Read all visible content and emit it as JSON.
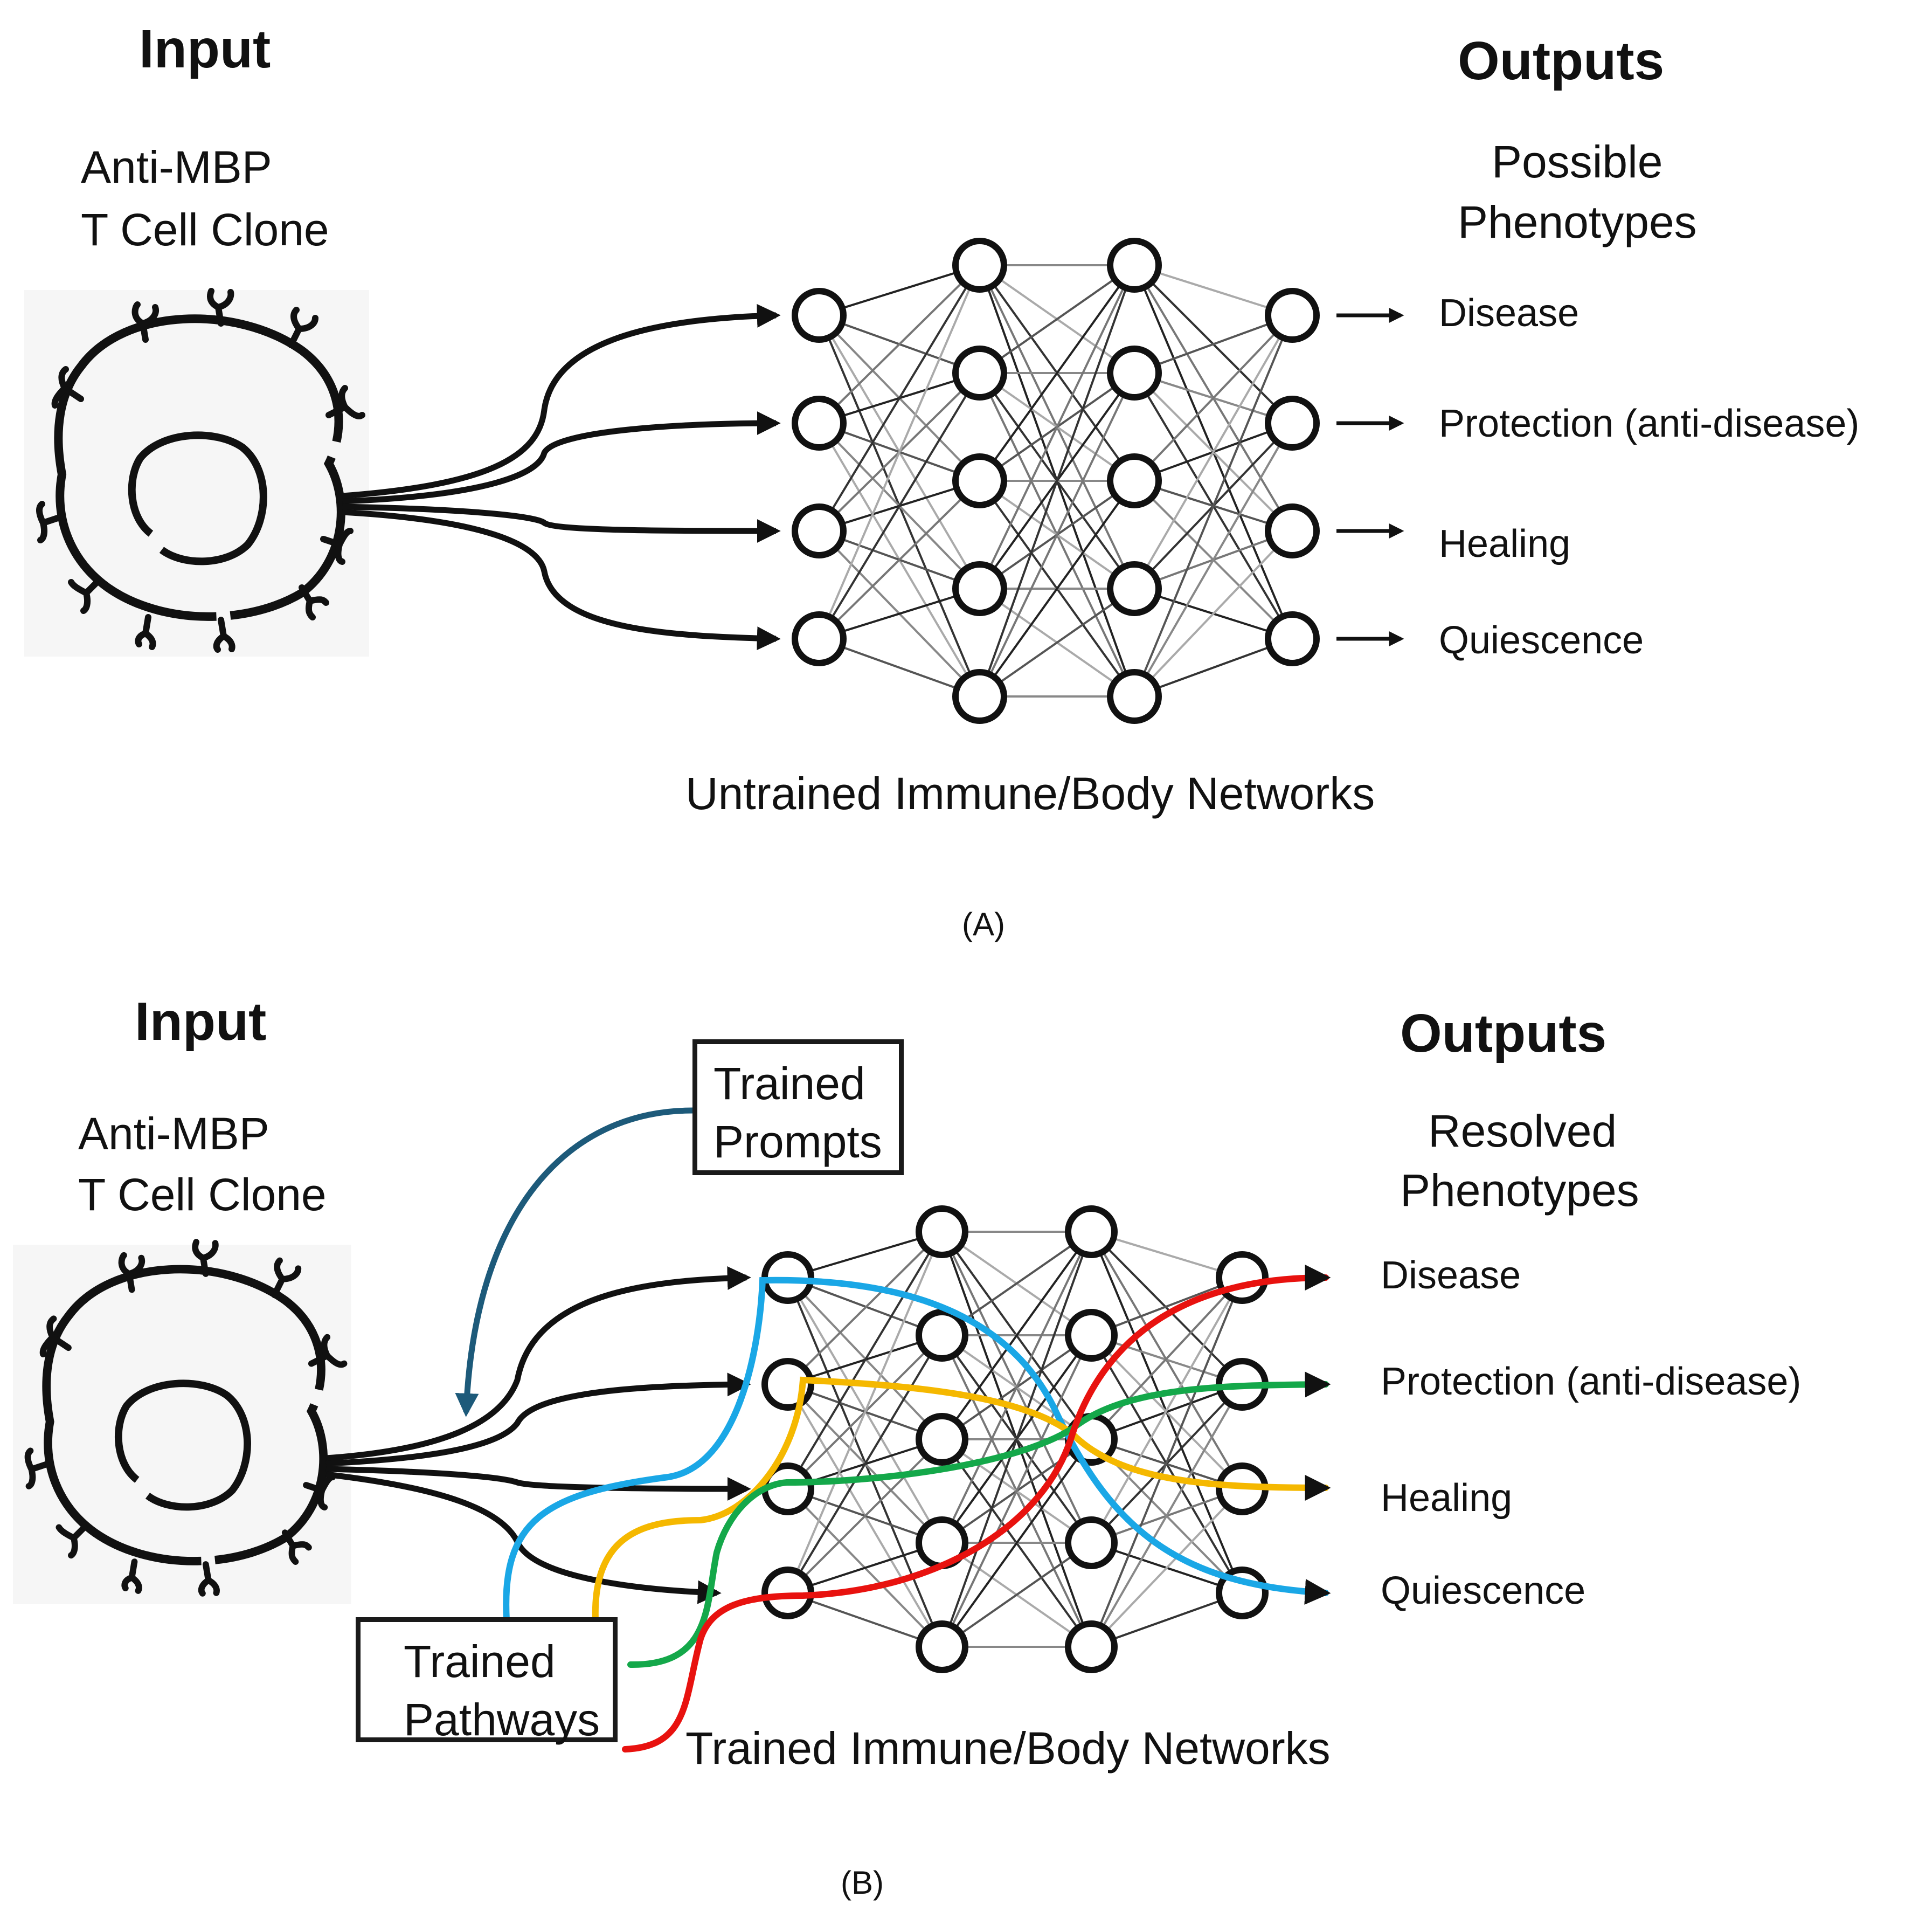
{
  "panel_a": {
    "input_title": "Input",
    "cell_label": [
      "Anti-MBP",
      "T Cell Clone"
    ],
    "outputs_title": "Outputs",
    "phenotype_title": [
      "Possible",
      "Phenotypes"
    ],
    "outputs": [
      "Disease",
      "Protection (anti-disease)",
      "Healing",
      "Quiescence"
    ],
    "network_label": "Untrained Immune/Body Networks",
    "caption": "(A)"
  },
  "panel_b": {
    "input_title": "Input",
    "cell_label": [
      "Anti-MBP",
      "T Cell Clone"
    ],
    "outputs_title": "Outputs",
    "phenotype_title": [
      "Resolved",
      "Phenotypes"
    ],
    "outputs": [
      "Disease",
      "Protection (anti-disease)",
      "Healing",
      "Quiescence"
    ],
    "network_label": "Trained Immune/Body Networks",
    "prompts_box": [
      "Trained",
      "Prompts"
    ],
    "pathways_box": [
      "Trained",
      "Pathways"
    ],
    "caption": "(B)"
  },
  "colors": {
    "ink": "#111111",
    "prompt_arrow": "#1d5a7a",
    "pathway_blue": "#1aa7e6",
    "pathway_yellow": "#f5b800",
    "pathway_green": "#14a84a",
    "pathway_red": "#e8120f"
  }
}
